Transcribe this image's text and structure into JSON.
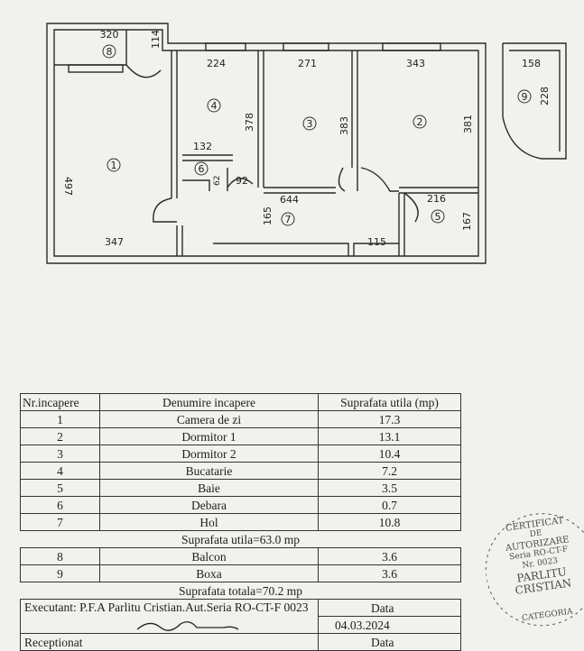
{
  "floor_plan": {
    "rooms": [
      {
        "no": "1",
        "dims": [
          "497",
          "347"
        ]
      },
      {
        "no": "2",
        "dims": [
          "343",
          "381"
        ]
      },
      {
        "no": "3",
        "dims": [
          "271",
          "383"
        ]
      },
      {
        "no": "4",
        "dims": [
          "224",
          "378",
          "132"
        ]
      },
      {
        "no": "5",
        "dims": [
          "216",
          "167"
        ]
      },
      {
        "no": "6",
        "dims": [
          "62",
          "92"
        ]
      },
      {
        "no": "7",
        "dims": [
          "644",
          "165",
          "115"
        ]
      },
      {
        "no": "8",
        "dims": [
          "320",
          "114"
        ]
      },
      {
        "no": "9",
        "dims": [
          "158",
          "228"
        ]
      }
    ]
  },
  "table": {
    "headers": {
      "nr": "Nr.incapere",
      "name": "Denumire incapere",
      "area": "Suprafata utila (mp)"
    },
    "rows": [
      {
        "nr": "1",
        "name": "Camera de zi",
        "area": "17.3"
      },
      {
        "nr": "2",
        "name": "Dormitor 1",
        "area": "13.1"
      },
      {
        "nr": "3",
        "name": "Dormitor 2",
        "area": "10.4"
      },
      {
        "nr": "4",
        "name": "Bucatarie",
        "area": "7.2"
      },
      {
        "nr": "5",
        "name": "Baie",
        "area": "3.5"
      },
      {
        "nr": "6",
        "name": "Debara",
        "area": "0.7"
      },
      {
        "nr": "7",
        "name": "Hol",
        "area": "10.8"
      }
    ],
    "useful_total": "Suprafata utila=63.0 mp",
    "extra_rows": [
      {
        "nr": "8",
        "name": "Balcon",
        "area": "3.6"
      },
      {
        "nr": "9",
        "name": "Boxa",
        "area": "3.6"
      }
    ],
    "grand_total": "Suprafata totala=70.2 mp",
    "executant": "Executant: P.F.A Parlitu Cristian.Aut.Seria RO-CT-F 0023",
    "data_label": "Data",
    "date": "04.03.2024",
    "receptionat": "Receptionat",
    "data_label_2": "Data"
  },
  "stamp": {
    "line1": "CERTIFICAT",
    "line2": "DE",
    "line3": "AUTORIZARE",
    "line4": "Seria RO-CT-F",
    "line5": "Nr. 0023",
    "line6": "PARLITU",
    "line7": "CRISTIAN",
    "line8": "CATEGORIA"
  }
}
